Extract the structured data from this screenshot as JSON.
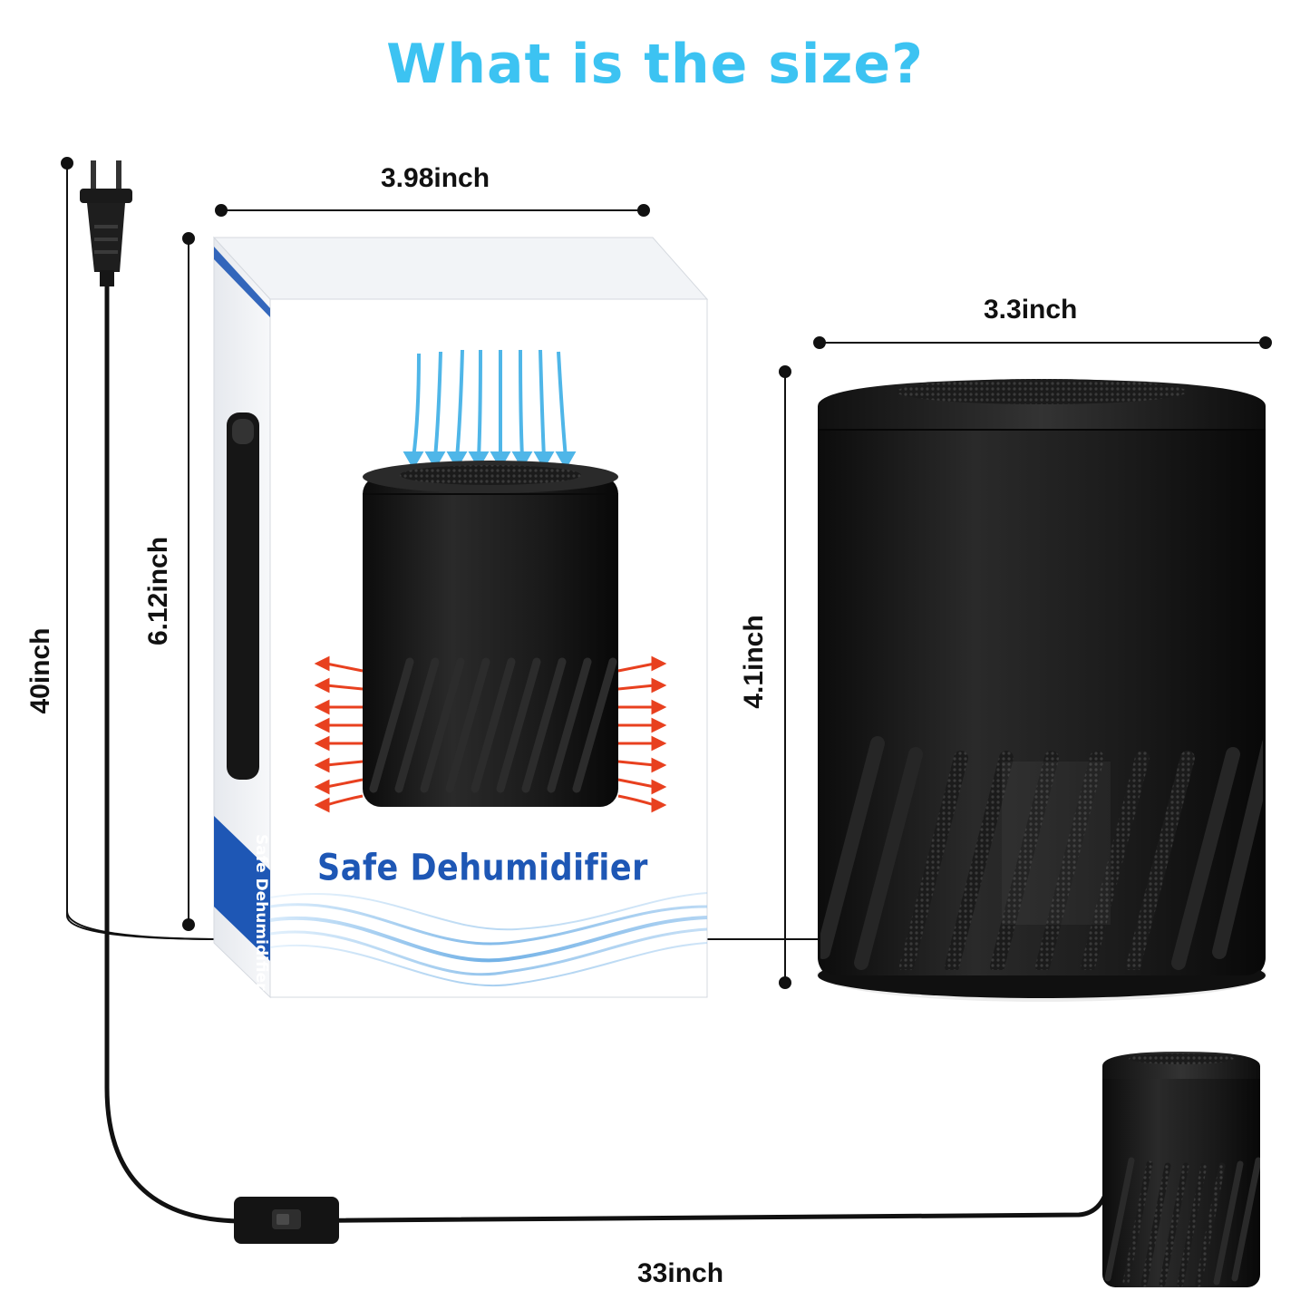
{
  "title": "What is the size?",
  "dimensions": {
    "box_width": "3.98inch",
    "box_height": "6.12inch",
    "unit_width": "3.3inch",
    "unit_height": "4.1inch",
    "cord_length": "40inch",
    "cable_length": "33inch"
  },
  "box": {
    "front_label": "Safe Dehumidifier",
    "side_label": "Safe Dehumidifier"
  },
  "colors": {
    "title": "#3cc3f2",
    "brand_blue": "#1e57b5",
    "unit_black": "#151515",
    "arrow_in": "#4fb6e8",
    "arrow_out": "#e8401f"
  },
  "icons": {
    "plug": "plug-icon",
    "switch": "inline-switch-icon"
  }
}
